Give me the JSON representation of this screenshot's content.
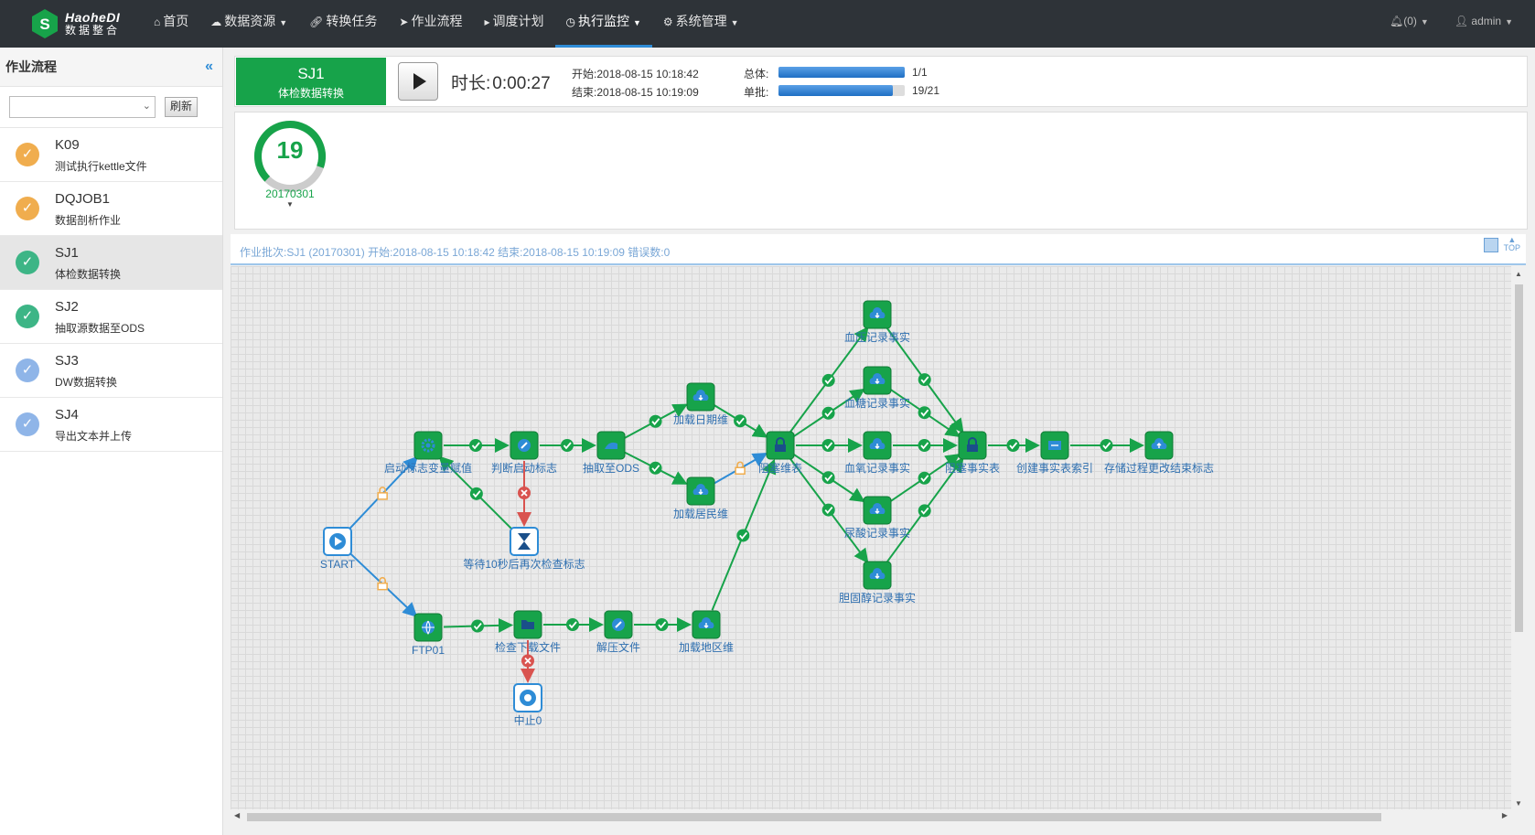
{
  "brand": {
    "name": "HaoheDI",
    "subtitle": "数据整合"
  },
  "nav": [
    {
      "label": "首页",
      "icon": "home-icon"
    },
    {
      "label": "数据资源",
      "icon": "cloud-icon",
      "dropdown": true
    },
    {
      "label": "转换任务",
      "icon": "link-icon"
    },
    {
      "label": "作业流程",
      "icon": "send-icon"
    },
    {
      "label": "调度计划",
      "icon": "bullhorn-icon"
    },
    {
      "label": "执行监控",
      "icon": "clock-icon",
      "dropdown": true,
      "active": true
    },
    {
      "label": "系统管理",
      "icon": "gear-icon",
      "dropdown": true
    }
  ],
  "nav_right": {
    "notifications": "(0)",
    "user": "admin"
  },
  "sidebar": {
    "title": "作业流程",
    "select_value": "",
    "refresh_label": "刷新",
    "jobs": [
      {
        "id": "K09",
        "desc": "测试执行kettle文件",
        "color": "#f0ad4e"
      },
      {
        "id": "DQJOB1",
        "desc": "数据剖析作业",
        "color": "#f0ad4e"
      },
      {
        "id": "SJ1",
        "desc": "体检数据转换",
        "color": "#3db586",
        "active": true
      },
      {
        "id": "SJ2",
        "desc": "抽取源数据至ODS",
        "color": "#3db586"
      },
      {
        "id": "SJ3",
        "desc": "DW数据转换",
        "color": "#8fb5e8"
      },
      {
        "id": "SJ4",
        "desc": "导出文本并上传",
        "color": "#8fb5e8"
      }
    ]
  },
  "status": {
    "job_id": "SJ1",
    "job_name": "体检数据转换",
    "duration_label": "时长:",
    "duration": "0:00:27",
    "start_label": "开始:",
    "start": "2018-08-15 10:18:42",
    "end_label": "结束:",
    "end": "2018-08-15 10:19:09",
    "total_label": "总体:",
    "total_value": "1/1",
    "total_fraction": 1.0,
    "batch_label": "单批:",
    "batch_value": "19/21",
    "batch_fraction": 0.905
  },
  "batch": {
    "count": "19",
    "label": "20170301",
    "fraction": 0.905
  },
  "flow_header": "作业批次:SJ1 (20170301) 开始:2018-08-15 10:18:42 结束:2018-08-15 10:19:09 错误数:0",
  "flow_header_top": "TOP",
  "flow": {
    "nodes": [
      {
        "id": "start",
        "label": "START",
        "type": "start",
        "icon": "play-icon"
      },
      {
        "id": "n1",
        "label": "启动标志变量赋值",
        "type": "task",
        "icon": "gear-icon"
      },
      {
        "id": "n2",
        "label": "判断启动标志",
        "type": "task",
        "icon": "compass-icon"
      },
      {
        "id": "wait",
        "label": "等待10秒后再次检查标志",
        "type": "wait",
        "icon": "hourglass-icon"
      },
      {
        "id": "n3",
        "label": "抽取至ODS",
        "type": "task",
        "icon": "extract-icon"
      },
      {
        "id": "n4",
        "label": "加载日期维",
        "type": "task",
        "icon": "cloud-download-icon"
      },
      {
        "id": "n5",
        "label": "加载居民维",
        "type": "task",
        "icon": "cloud-download-icon"
      },
      {
        "id": "n6",
        "label": "阻塞维表",
        "type": "task",
        "icon": "lock-icon"
      },
      {
        "id": "f1",
        "label": "血压记录事实",
        "type": "task",
        "icon": "cloud-download-icon"
      },
      {
        "id": "f2",
        "label": "血糖记录事实",
        "type": "task",
        "icon": "cloud-download-icon"
      },
      {
        "id": "f3",
        "label": "血氧记录事实",
        "type": "task",
        "icon": "cloud-download-icon"
      },
      {
        "id": "f4",
        "label": "尿酸记录事实",
        "type": "task",
        "icon": "cloud-download-icon"
      },
      {
        "id": "f5",
        "label": "胆固醇记录事实",
        "type": "task",
        "icon": "cloud-download-icon"
      },
      {
        "id": "n7",
        "label": "阻塞事实表",
        "type": "task",
        "icon": "lock-icon"
      },
      {
        "id": "n8",
        "label": "创建事实表索引",
        "type": "task",
        "icon": "index-icon"
      },
      {
        "id": "n9",
        "label": "存储过程更改结束标志",
        "type": "task",
        "icon": "cloud-upload-icon"
      },
      {
        "id": "ftp",
        "label": "FTP01",
        "type": "task",
        "icon": "globe-icon"
      },
      {
        "id": "chk",
        "label": "检查下载文件",
        "type": "task",
        "icon": "folder-icon"
      },
      {
        "id": "unz",
        "label": "解压文件",
        "type": "task",
        "icon": "compass-icon"
      },
      {
        "id": "lda",
        "label": "加载地区维",
        "type": "task",
        "icon": "cloud-download-icon"
      },
      {
        "id": "stop",
        "label": "中止0",
        "type": "stop",
        "icon": "stop-icon"
      }
    ],
    "edges": [
      {
        "from": "start",
        "to": "n1",
        "status": "lock"
      },
      {
        "from": "start",
        "to": "ftp",
        "status": "lock"
      },
      {
        "from": "n1",
        "to": "n2",
        "status": "ok"
      },
      {
        "from": "n2",
        "to": "wait",
        "status": "fail"
      },
      {
        "from": "wait",
        "to": "n1",
        "status": "ok"
      },
      {
        "from": "n2",
        "to": "n3",
        "status": "ok"
      },
      {
        "from": "n3",
        "to": "n4",
        "status": "ok"
      },
      {
        "from": "n3",
        "to": "n5",
        "status": "ok"
      },
      {
        "from": "n4",
        "to": "n6",
        "status": "ok"
      },
      {
        "from": "n5",
        "to": "n6",
        "status": "lock"
      },
      {
        "from": "lda",
        "to": "n6",
        "status": "ok"
      },
      {
        "from": "n6",
        "to": "f1",
        "status": "ok"
      },
      {
        "from": "n6",
        "to": "f2",
        "status": "ok"
      },
      {
        "from": "n6",
        "to": "f3",
        "status": "ok"
      },
      {
        "from": "n6",
        "to": "f4",
        "status": "ok"
      },
      {
        "from": "n6",
        "to": "f5",
        "status": "ok"
      },
      {
        "from": "f1",
        "to": "n7",
        "status": "ok"
      },
      {
        "from": "f2",
        "to": "n7",
        "status": "ok"
      },
      {
        "from": "f3",
        "to": "n7",
        "status": "ok"
      },
      {
        "from": "f4",
        "to": "n7",
        "status": "ok"
      },
      {
        "from": "f5",
        "to": "n7",
        "status": "ok"
      },
      {
        "from": "n7",
        "to": "n8",
        "status": "ok"
      },
      {
        "from": "n8",
        "to": "n9",
        "status": "ok"
      },
      {
        "from": "ftp",
        "to": "chk",
        "status": "ok"
      },
      {
        "from": "chk",
        "to": "unz",
        "status": "ok"
      },
      {
        "from": "chk",
        "to": "stop",
        "status": "fail"
      },
      {
        "from": "unz",
        "to": "lda",
        "status": "ok"
      }
    ]
  },
  "colors": {
    "ok": "#17a34a",
    "fail": "#d9534f",
    "lock": "#f0ad4e",
    "node": "#17a34a",
    "primary": "#2e8cd6"
  }
}
